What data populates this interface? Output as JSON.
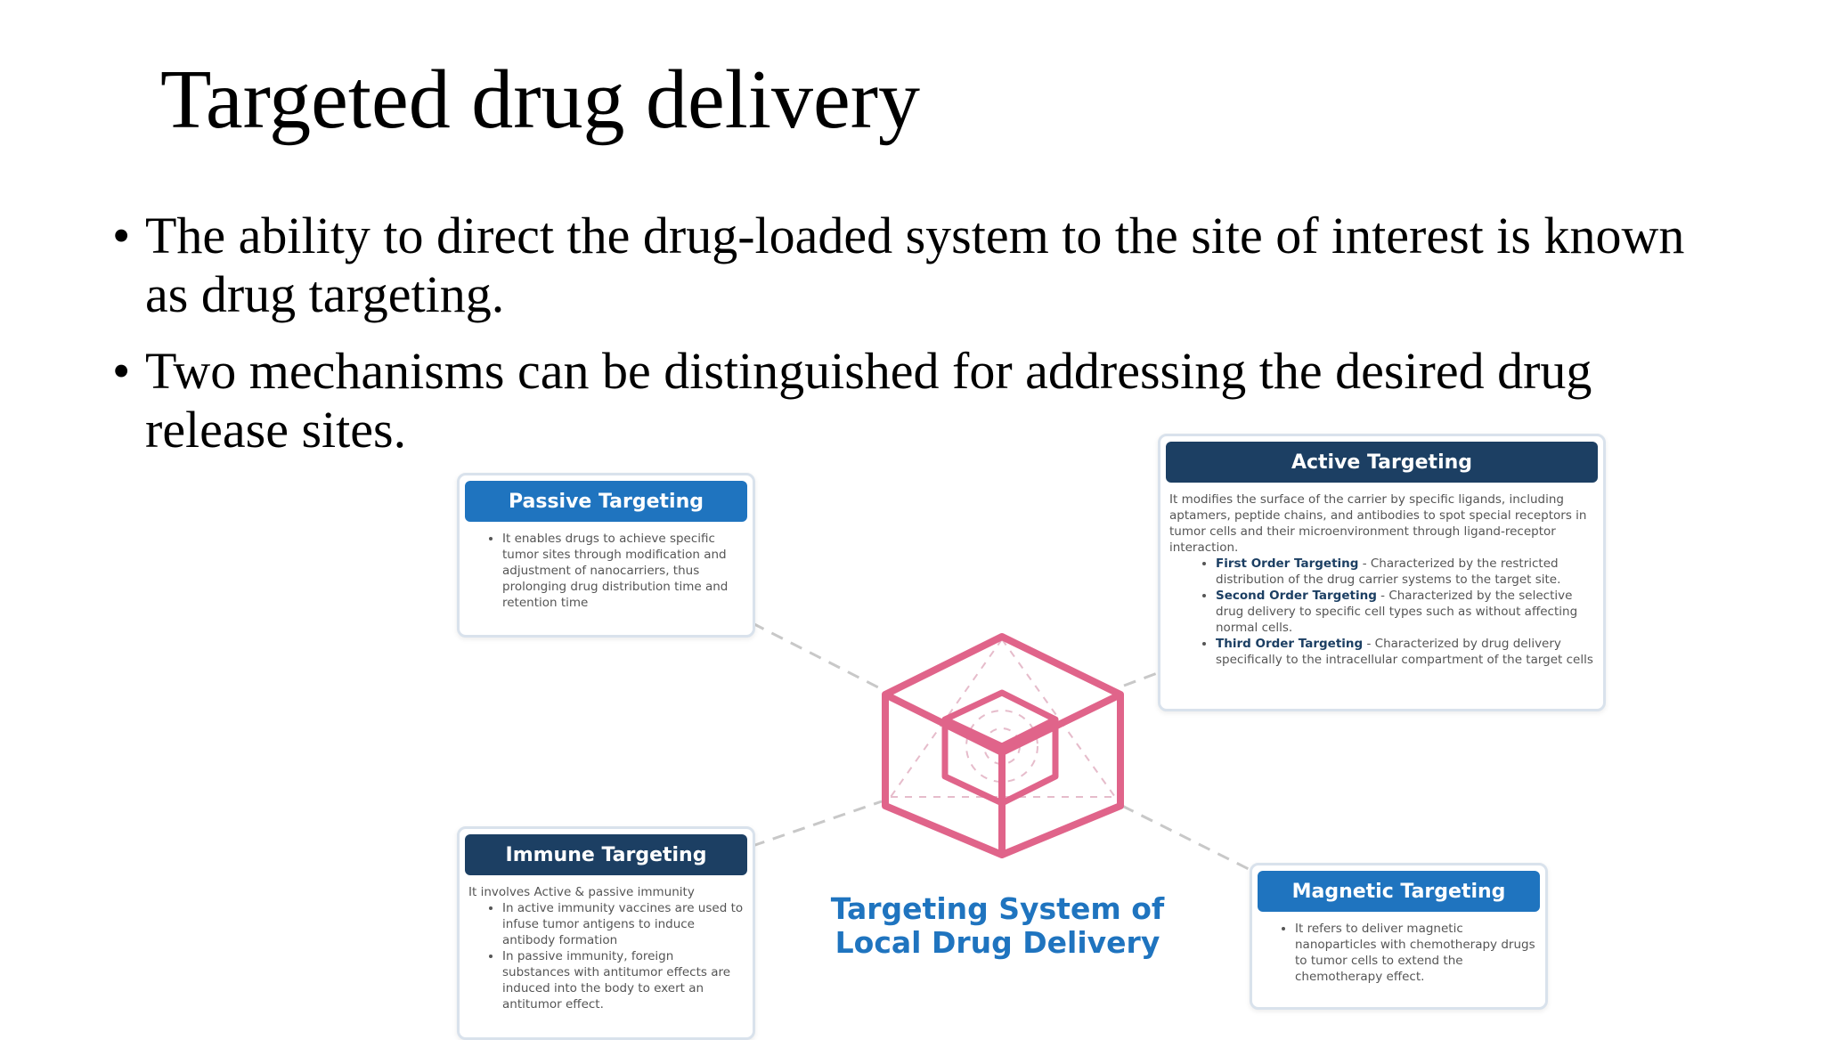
{
  "slide": {
    "title": "Targeted drug delivery",
    "bullets": [
      "The ability to direct the drug-loaded system to the site of interest is known as drug targeting.",
      "Two mechanisms can be distinguished for addressing the desired drug release sites."
    ]
  },
  "infographic": {
    "center_label": "Targeting System of Local Drug Delivery",
    "colors": {
      "accent": "#1f74bf",
      "navy": "#1c3f63",
      "cube": "#e0648a",
      "connector": "#c8c8c8"
    },
    "passive": {
      "title": "Passive Targeting",
      "points": [
        "It enables drugs to achieve specific tumor sites through modification and adjustment of nanocarriers, thus prolonging drug distribution time and retention time"
      ]
    },
    "active": {
      "title": "Active Targeting",
      "intro": "It modifies the surface of the carrier by specific ligands, including aptamers, peptide chains, and antibodies to spot special receptors in tumor cells and their microenvironment through ligand-receptor interaction.",
      "points": [
        {
          "term": "First Order Targeting",
          "text": " - Characterized by the restricted distribution of the drug carrier systems to the target site."
        },
        {
          "term": "Second Order Targeting",
          "text": " - Characterized by the selective drug delivery to specific cell types such as without affecting normal cells."
        },
        {
          "term": "Third Order Targeting",
          "text": " - Characterized by drug delivery specifically to the intracellular compartment of the target cells"
        }
      ]
    },
    "immune": {
      "title": "Immune Targeting",
      "intro": "It involves Active & passive immunity",
      "points": [
        "In active immunity vaccines are used to infuse tumor antigens to induce antibody formation",
        "In passive immunity, foreign substances with antitumor effects are induced into the body to exert an antitumor effect."
      ]
    },
    "magnetic": {
      "title": "Magnetic Targeting",
      "points": [
        "It refers to deliver magnetic nanoparticles with chemotherapy drugs to tumor cells to extend the chemotherapy effect."
      ]
    }
  }
}
